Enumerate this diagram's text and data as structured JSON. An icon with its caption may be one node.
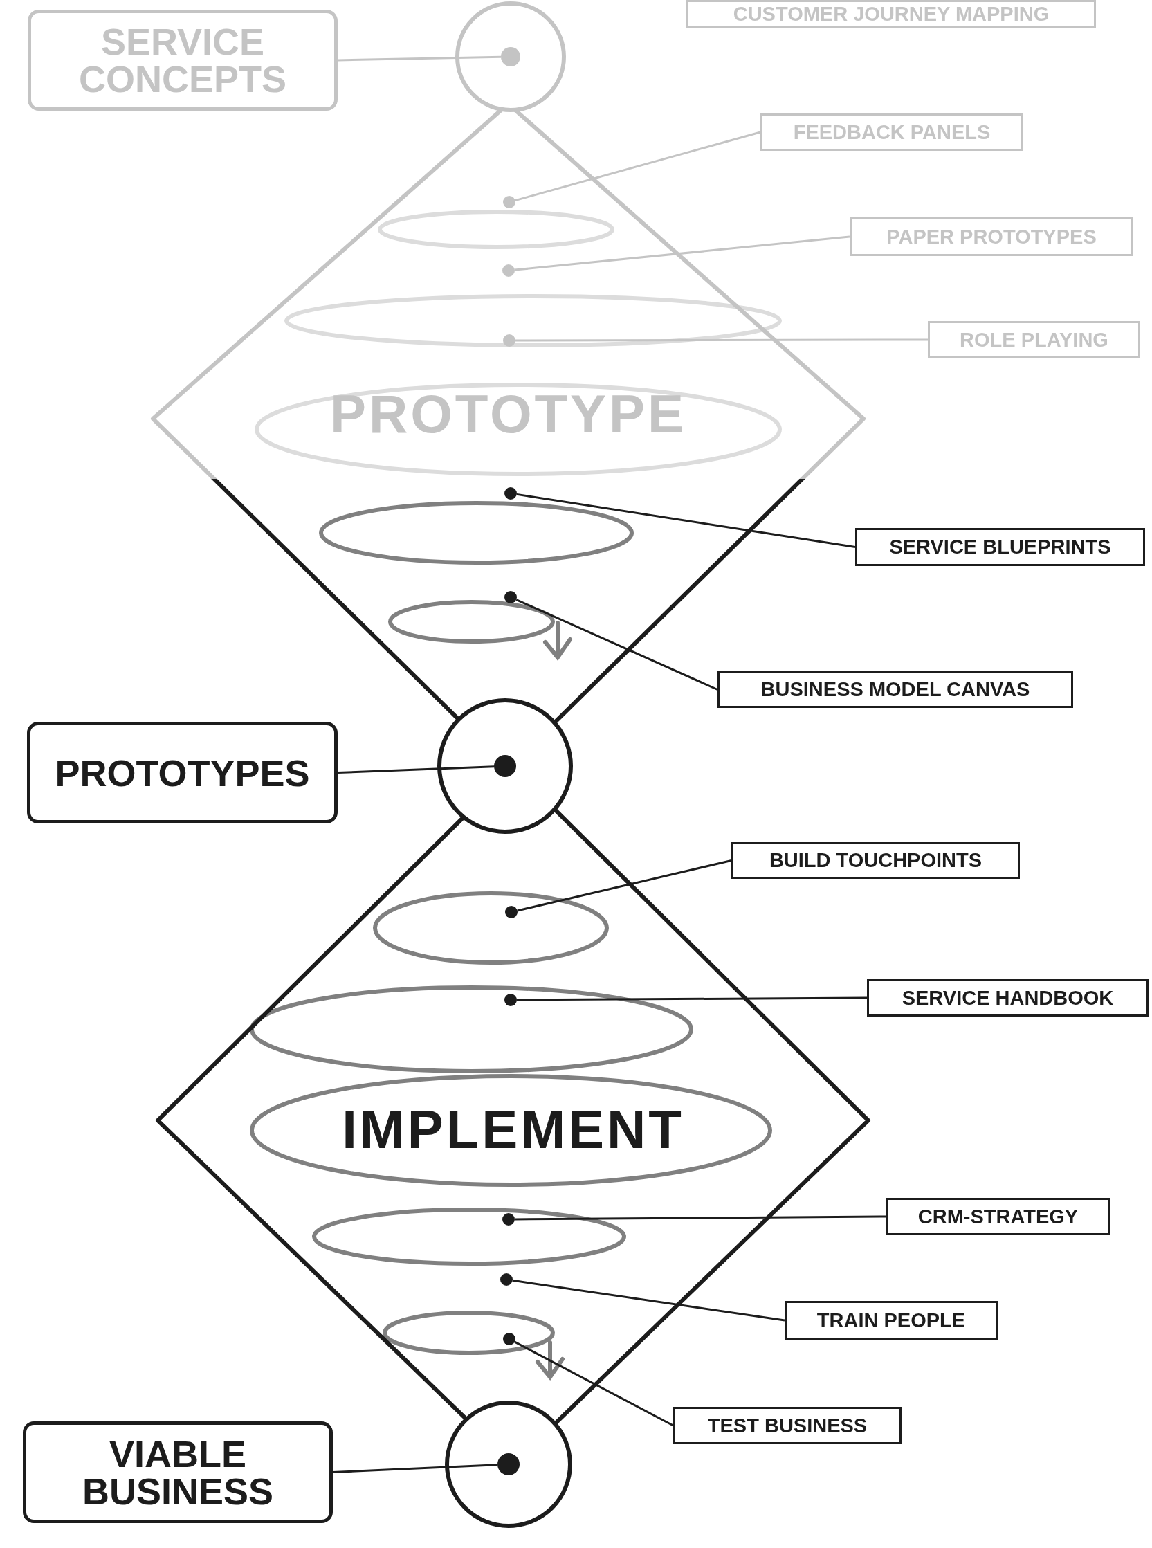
{
  "diagram": {
    "nodes": [
      {
        "text": [],
        "shape": "circle"
      },
      {
        "text": [],
        "shape": "circle",
        "in": 0
      },
      {
        "text": [
          "SERVICE CONCEPTS"
        ]
      },
      {
        "text": [
          "CUSTOMER JOURNEY MAPPING"
        ]
      },
      {
        "text": [
          "PROTOTYPE"
        ]
      },
      {
        "text": [
          "FEEDBACK PANELS"
        ]
      },
      {
        "text": [],
        "shape": "circle",
        "in": 4
      },
      {
        "text": [
          "PAPER PROTOTYPES"
        ]
      },
      {
        "text": [],
        "shape": "circle",
        "in": 4
      },
      {
        "text": [
          "ROLE PLAYING"
        ]
      },
      {
        "text": [],
        "shape": "circle",
        "in": 4
      },
      {
        "text": [
          "SERVICE BLUEPRINTS"
        ]
      },
      {
        "text": [],
        "shape": "circle",
        "in": 4
      },
      {
        "text": [
          "BUSINESS MODEL CANVAS"
        ]
      },
      {
        "text": [],
        "shape": "circle",
        "in": 4
      },
      {
        "text": [],
        "shape": "circle"
      },
      {
        "text": [],
        "shape": "circle",
        "in": 15
      },
      {
        "text": [
          "PROTOTYPES"
        ]
      },
      {
        "text": [
          "IMPLEMENT"
        ]
      },
      {
        "text": [
          "BUILD TOUCHPOINTS"
        ]
      },
      {
        "text": [],
        "shape": "circle",
        "in": 18
      },
      {
        "text": [
          "SERVICE HANDBOOK"
        ]
      },
      {
        "text": [],
        "shape": "circle",
        "in": 18
      },
      {
        "text": [
          "CRM-STRATEGY"
        ]
      },
      {
        "text": [],
        "shape": "circle",
        "in": 18
      },
      {
        "text": [
          "TRAIN PEOPLE"
        ]
      },
      {
        "text": [],
        "shape": "circle",
        "in": 18
      },
      {
        "text": [
          "TEST BUSINESS"
        ]
      },
      {
        "text": [],
        "shape": "circle",
        "in": 18
      },
      {
        "text": [],
        "shape": "circle"
      },
      {
        "text": [],
        "shape": "circle",
        "in": 29
      },
      {
        "text": [
          "VIABLE BUSINESS"
        ]
      }
    ],
    "edges": [
      {
        "from": 2,
        "to": 1,
        "arrow": "none",
        "color": "#c4c4c4"
      },
      {
        "from": 5,
        "to": 6,
        "arrow": "none",
        "color": "#c4c4c4"
      },
      {
        "from": 7,
        "to": 8,
        "arrow": "none",
        "color": "#c4c4c4"
      },
      {
        "from": 9,
        "to": 10,
        "arrow": "none",
        "color": "#c4c4c4"
      },
      {
        "from": 11,
        "to": 12,
        "arrow": "none"
      },
      {
        "from": 13,
        "to": 14,
        "arrow": "none"
      },
      {
        "from": 17,
        "to": 16,
        "arrow": "none"
      },
      {
        "from": 19,
        "to": 20,
        "arrow": "none"
      },
      {
        "from": 21,
        "to": 22,
        "arrow": "none"
      },
      {
        "from": 23,
        "to": 24,
        "arrow": "none"
      },
      {
        "from": 25,
        "to": 26,
        "arrow": "none"
      },
      {
        "from": 27,
        "to": 28,
        "arrow": "none"
      },
      {
        "from": 31,
        "to": 30,
        "arrow": "none"
      }
    ]
  }
}
